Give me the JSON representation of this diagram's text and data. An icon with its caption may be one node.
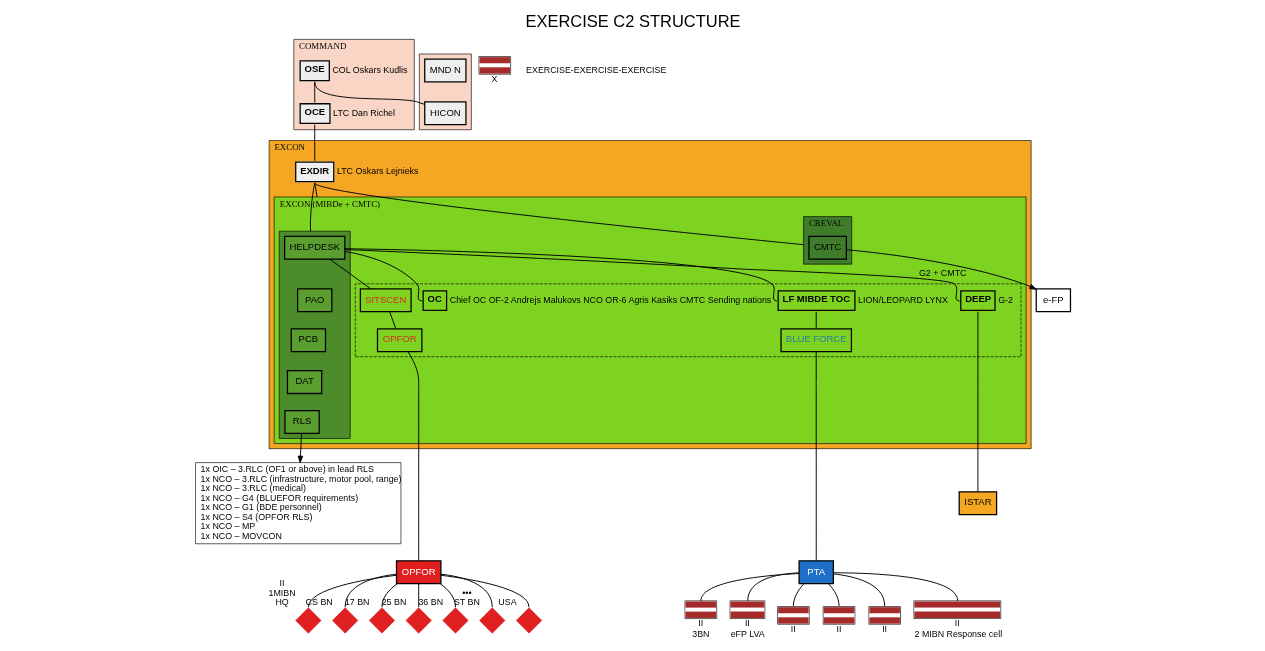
{
  "diagram": {
    "title": "EXERCISE C2 STRUCTURE",
    "nodes": [
      {
        "text": [
          "COMMAND"
        ]
      },
      {
        "text": [
          "OSE"
        ],
        "in": 0,
        "beside": [
          "COL Oskars Kudlis"
        ]
      },
      {
        "text": [
          "OCE"
        ],
        "in": 0,
        "beside": [
          "LTC Dan Richel"
        ]
      },
      {
        "text": [],
        "shape": "box"
      },
      {
        "text": [
          "HICON"
        ],
        "in": 3
      },
      {
        "text": [
          "MND N"
        ],
        "in": 3
      },
      {
        "text": [
          "EXCON"
        ]
      },
      {
        "text": [
          "EXDIR"
        ],
        "in": 6,
        "beside": [
          "LTC Oskars Lejnieks"
        ]
      },
      {
        "text": [
          "EXCON (MIBDe + CMTC)"
        ],
        "in": 6
      },
      {
        "text": [],
        "shape": "box",
        "in": 8
      },
      {
        "text": [
          "HELPDESK"
        ],
        "in": 9
      },
      {
        "text": [
          "PAO"
        ],
        "in": 9
      },
      {
        "text": [
          "PCB"
        ],
        "in": 9
      },
      {
        "text": [
          "DAT"
        ],
        "in": 9
      },
      {
        "text": [
          "RLS"
        ],
        "in": 9
      },
      {
        "text": [],
        "shape": "box",
        "in": 8
      },
      {
        "text": [
          "LF MIBDE TOC"
        ],
        "in": 15,
        "beside": [
          "LION/LEOPARD LYNX"
        ]
      },
      {
        "text": [
          "BLUE FORCE"
        ],
        "in": 15
      },
      {
        "text": [
          "DEEP"
        ],
        "in": 15,
        "beside": [
          "G-2"
        ]
      },
      {
        "text": [
          "SITSCEN"
        ],
        "in": 15
      },
      {
        "text": [
          "OPFOR"
        ],
        "in": 15
      },
      {
        "text": [
          "OC"
        ],
        "in": 15,
        "beside": [
          "Chief OC OF-2 Andrejs Malukovs NCO OR-6 Agris Kasiks CMTC Sending nations"
        ]
      },
      {
        "text": [
          "CREVAL"
        ],
        "in": 8
      },
      {
        "text": [
          "CMTC"
        ],
        "in": 22
      },
      {
        "text": [
          "e-FP"
        ]
      },
      {
        "text": [
          "1x OIC – 3.RLC (OF1 or above) in lead RLS",
          "1x NCO – 3.RLC (infrastructure, motor pool, range)",
          "1x NCO – 3.RLC (medical)",
          "1x NCO – G4 (BLUEFOR requirements)",
          "1x NCO – G1 (BDE personnel)",
          "1x NCO – S4 (OPFOR RLS)",
          "1x NCO – MP",
          "1x NCO – MOVCON"
        ]
      },
      {
        "text": [
          "PTA"
        ]
      },
      {
        "text": [
          "ISTAR"
        ]
      },
      {
        "text": [
          "OPFOR"
        ]
      },
      {
        "text": [],
        "shape": "picture",
        "beside": [
          "X"
        ]
      },
      {
        "text": [],
        "shape": "picture",
        "beside": [
          "II",
          "2 MIBN Response cell"
        ]
      },
      {
        "text": [],
        "shape": "picture",
        "beside": [
          "II",
          "3BN"
        ]
      },
      {
        "text": [],
        "shape": "picture",
        "beside": [
          "II",
          "eFP LVA"
        ]
      },
      {
        "text": [],
        "shape": "picture",
        "beside": [
          "II"
        ]
      },
      {
        "text": [],
        "shape": "picture",
        "beside": [
          "II"
        ]
      },
      {
        "text": [],
        "shape": "picture",
        "beside": [
          "II"
        ]
      },
      {
        "text": [],
        "shape": "diamond",
        "beside": [
          "II",
          "1MIBN",
          "HQ"
        ]
      },
      {
        "text": [],
        "shape": "diamond",
        "beside": [
          "CS BN"
        ]
      },
      {
        "text": [],
        "shape": "diamond",
        "beside": [
          "17 BN"
        ]
      },
      {
        "text": [],
        "shape": "diamond",
        "beside": [
          "25 BN"
        ]
      },
      {
        "text": [],
        "shape": "diamond",
        "beside": [
          "36 BN"
        ]
      },
      {
        "text": [],
        "shape": "diamond",
        "beside": [
          "•••",
          "ST BN"
        ]
      },
      {
        "text": [],
        "shape": "diamond",
        "beside": [
          "USA"
        ]
      }
    ],
    "edges": [
      {
        "from": 1,
        "to": 4,
        "arrow": "none"
      },
      {
        "from": 1,
        "to": 2,
        "arrow": "none"
      },
      {
        "from": 2,
        "to": 7,
        "arrow": "none"
      },
      {
        "from": 7,
        "to": 9,
        "arrow": "none"
      },
      {
        "from": 7,
        "to": 8,
        "arrow": "none"
      },
      {
        "from": 7,
        "to": 22,
        "arrow": "none"
      },
      {
        "from": 8,
        "to": 16,
        "arrow": "none"
      },
      {
        "from": 8,
        "to": 18,
        "arrow": "none",
        "label": "G2 + CMTC"
      },
      {
        "from": 8,
        "to": 19,
        "arrow": "none"
      },
      {
        "from": 8,
        "to": 21,
        "arrow": "none"
      },
      {
        "from": 16,
        "to": 17,
        "arrow": "none"
      },
      {
        "from": 19,
        "to": 20,
        "arrow": "none"
      },
      {
        "from": 14,
        "to": 25,
        "arrow": "to"
      },
      {
        "from": 23,
        "to": 24,
        "arrow": "to"
      },
      {
        "from": 17,
        "to": 26,
        "arrow": "none"
      },
      {
        "from": 18,
        "to": 27,
        "arrow": "none"
      },
      {
        "from": 20,
        "to": 28,
        "arrow": "none"
      },
      {
        "from": 26,
        "to": 30,
        "arrow": "none"
      },
      {
        "from": 26,
        "to": 31,
        "arrow": "none"
      },
      {
        "from": 26,
        "to": 32,
        "arrow": "none"
      },
      {
        "from": 26,
        "to": 33,
        "arrow": "none"
      },
      {
        "from": 26,
        "to": 34,
        "arrow": "none"
      },
      {
        "from": 26,
        "to": 35,
        "arrow": "none"
      },
      {
        "from": 28,
        "to": 36,
        "arrow": "none"
      },
      {
        "from": 28,
        "to": 37,
        "arrow": "none"
      },
      {
        "from": 28,
        "to": 38,
        "arrow": "none"
      },
      {
        "from": 28,
        "to": 39,
        "arrow": "none"
      },
      {
        "from": 28,
        "to": 40,
        "arrow": "none"
      },
      {
        "from": 28,
        "to": 41,
        "arrow": "none"
      },
      {
        "from": 28,
        "to": 42,
        "arrow": "none"
      }
    ],
    "labels": [
      "EXERCISE-EXERCISE-EXERCISE"
    ]
  }
}
